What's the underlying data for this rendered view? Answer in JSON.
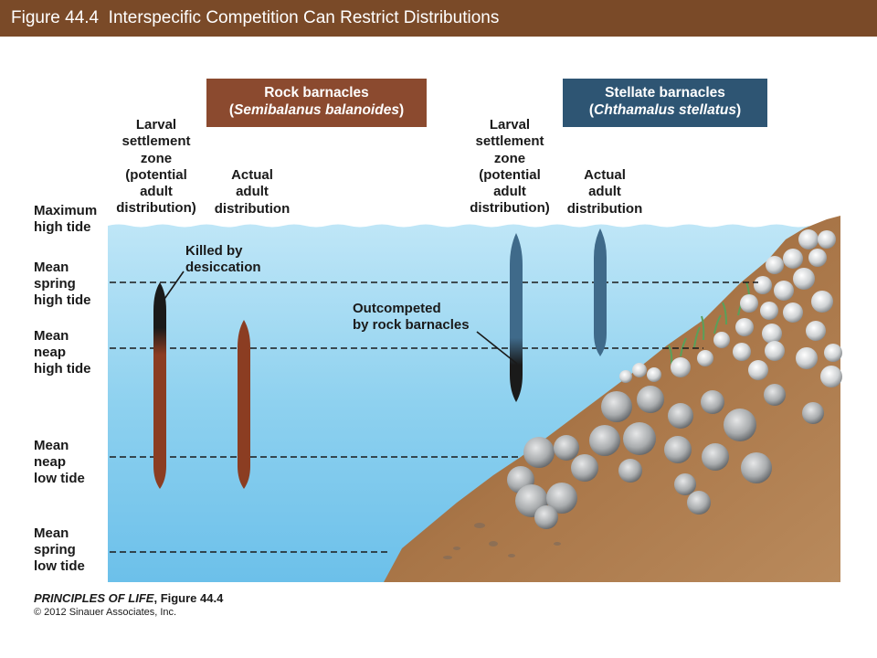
{
  "header": {
    "title": "Figure 44.4  Interspecific Competition Can Restrict Distributions",
    "bar_color": "#7a4a28"
  },
  "species": {
    "rock": {
      "common_name": "Rock barnacles",
      "scientific_name": "Semibalanus balanoides",
      "color": "#8b4a2f"
    },
    "stellate": {
      "common_name": "Stellate barnacles",
      "scientific_name": "Chthamalus stellatus",
      "color": "#2e5573"
    }
  },
  "columns": {
    "rock_larval": [
      "Larval",
      "settlement",
      "zone",
      "(potential",
      "adult",
      "distribution)"
    ],
    "rock_actual": [
      "Actual",
      "adult",
      "distribution"
    ],
    "stellate_larval": [
      "Larval",
      "settlement",
      "zone",
      "(potential",
      "adult",
      "distribution)"
    ],
    "stellate_actual": [
      "Actual",
      "adult",
      "distribution"
    ]
  },
  "tide_levels": [
    [
      "Maximum",
      "high tide"
    ],
    [
      "Mean",
      "spring",
      "high tide"
    ],
    [
      "Mean",
      "neap",
      "high tide"
    ],
    [
      "Mean",
      "neap",
      "low tide"
    ],
    [
      "Mean",
      "spring",
      "low tide"
    ]
  ],
  "callouts": {
    "desiccation": [
      "Killed by",
      "desiccation"
    ],
    "outcompeted": [
      "Outcompeted",
      "by rock barnacles"
    ]
  },
  "credit": {
    "book": "PRINCIPLES OF LIFE",
    "figure": ", Figure 44.4",
    "copyright": "© 2012 Sinauer Associates, Inc."
  },
  "colors": {
    "water": "#a9d8f0",
    "rock_soil": "#9a6b45",
    "rock_barnacle_bar": "#8b3d22",
    "stellate_barnacle_bar": "#3f6a8a"
  }
}
